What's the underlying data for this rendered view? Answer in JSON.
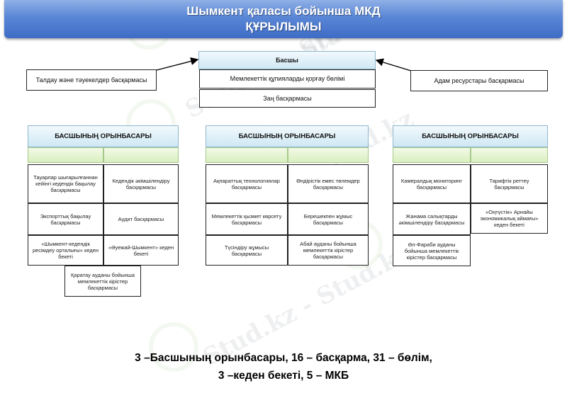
{
  "header": {
    "title_line1": "Шымкент қаласы бойынша МКД",
    "title_line2": "ҚҰРЫЛЫМЫ"
  },
  "top": {
    "head": "Басшы",
    "secrets": "Мемлекеттік құпияларды қорғау бөлімі",
    "legal": "Заң басқармасы",
    "left_dept": "Талдау және тәуекелдер басқармасы",
    "right_dept": "Адам ресурстары басқармасы"
  },
  "deputies": [
    {
      "title": "БАСШЫНЫҢ ОРЫНБАСАРЫ",
      "left": [
        "Тауарлар шығарылғаннан кейінгі кедендік бақылау басқармасы",
        "Экспорттық бақылау басқармасы",
        "«Шымкент-кедендік ресімдеу орталығы» кеден бекеті"
      ],
      "right": [
        "Кедендік әкімшілендіру басқармасы",
        "Аудит басқармасы",
        "«Әуежай-Шымкент» кеден бекеті"
      ],
      "extra": "Қаратау ауданы бойынша мемлекеттік кірістер басқармасы"
    },
    {
      "title": "БАСШЫНЫҢ ОРЫНБАСАРЫ",
      "left": [
        "Ақпараттық технологиялар басқармасы",
        "Мемлекеттік қызмет көрсету басқармасы",
        "Түсіндіру жұмысы басқармасы"
      ],
      "right": [
        "Өндірістік емес төлемдер басқармасы",
        "Берешекпен жұмыс басқармасы",
        "Абай ауданы бойынша мемлекеттік кірістер басқармасы"
      ]
    },
    {
      "title": "БАСШЫНЫҢ ОРЫНБАСАРЫ",
      "left": [
        "Камералдық мониторинг басқармасы",
        "Жанама салықтарды әкімшілендіру басқармасы",
        "Әл-Фараби ауданы бойынша мемлекеттік кірістер басқармасы"
      ],
      "right": [
        "Тарифтік реттеу басқармасы",
        "«Оңтүстік» Арнайы экономикалық аймағы» кеден бекеті"
      ]
    }
  ],
  "footer": {
    "line1": "3 –Басшының орынбасары, 16 – басқарма, 31 – бөлім,",
    "line2": "3 –кеден бекеті,  5 – МКБ"
  },
  "watermark": "Stud.kz - Stud.kz",
  "colors": {
    "banner": "#4a78cc",
    "header_fill": "#d6ecf6",
    "green_fill": "#dcf0c4"
  }
}
